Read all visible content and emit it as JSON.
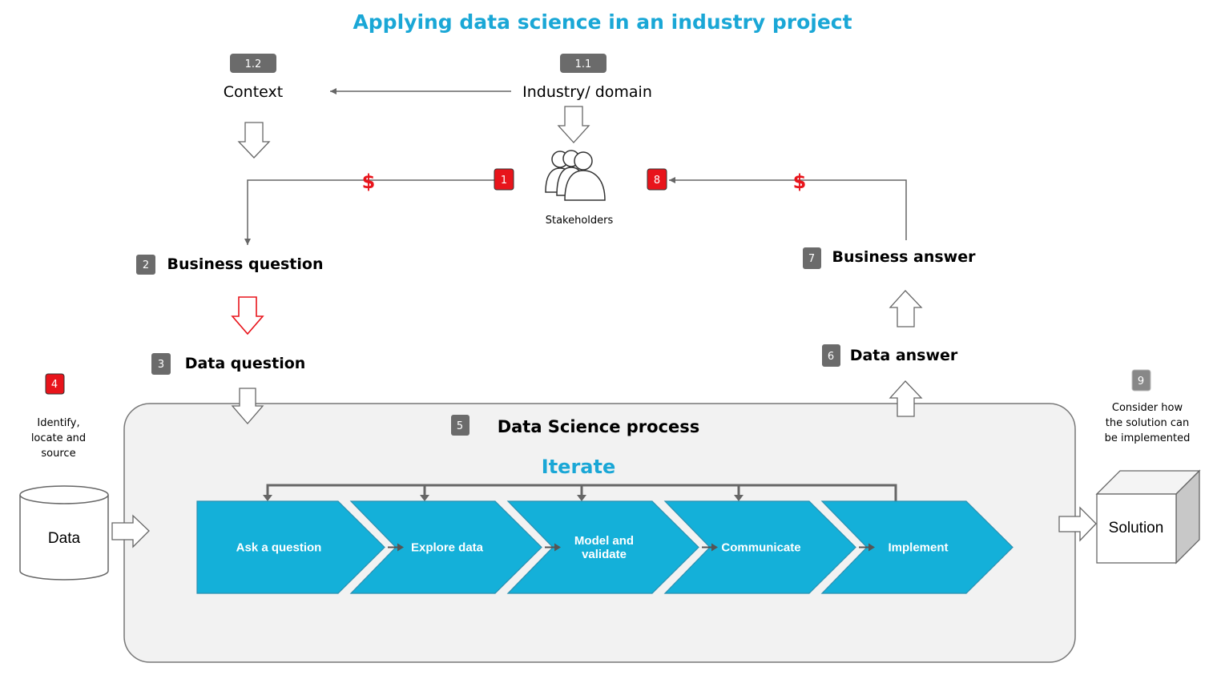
{
  "title": "Applying data science in an industry project",
  "colors": {
    "accent": "#1aa7d6",
    "alert": "#e8141b",
    "badge_gray": "#6b6b6b",
    "chevron": "#14b0d9",
    "process_bg": "#f2f2f2"
  },
  "nodes": {
    "context": {
      "badge": "1.2",
      "label": "Context"
    },
    "industry": {
      "badge": "1.1",
      "label": "Industry/ domain"
    },
    "stakeholders": {
      "label": "Stakeholders",
      "icon": "people-group-icon"
    },
    "business_question": {
      "badge": "2",
      "label": "Business question"
    },
    "data_question": {
      "badge": "3",
      "label": "Data question"
    },
    "data_source": {
      "badge": "4",
      "lines": [
        "Identify,",
        "locate and",
        "source"
      ]
    },
    "data": {
      "label": "Data",
      "icon": "database-cylinder-icon"
    },
    "process": {
      "badge": "5",
      "label": "Data Science process",
      "iterate": "Iterate"
    },
    "data_answer": {
      "badge": "6",
      "label": "Data answer"
    },
    "business_answer": {
      "badge": "7",
      "label": "Business answer"
    },
    "implementation": {
      "badge": "9",
      "lines": [
        "Consider how",
        "the solution can",
        "be implemented"
      ]
    },
    "solution": {
      "label": "Solution",
      "icon": "cube-icon"
    }
  },
  "flows": {
    "to_business_question": {
      "badge": "1",
      "currency": "$"
    },
    "to_stakeholders": {
      "badge": "8",
      "currency": "$"
    }
  },
  "steps": [
    {
      "lines": [
        "Ask a question"
      ]
    },
    {
      "lines": [
        "Explore data"
      ]
    },
    {
      "lines": [
        "Model and",
        "validate"
      ]
    },
    {
      "lines": [
        "Communicate"
      ]
    },
    {
      "lines": [
        "Implement"
      ]
    }
  ]
}
